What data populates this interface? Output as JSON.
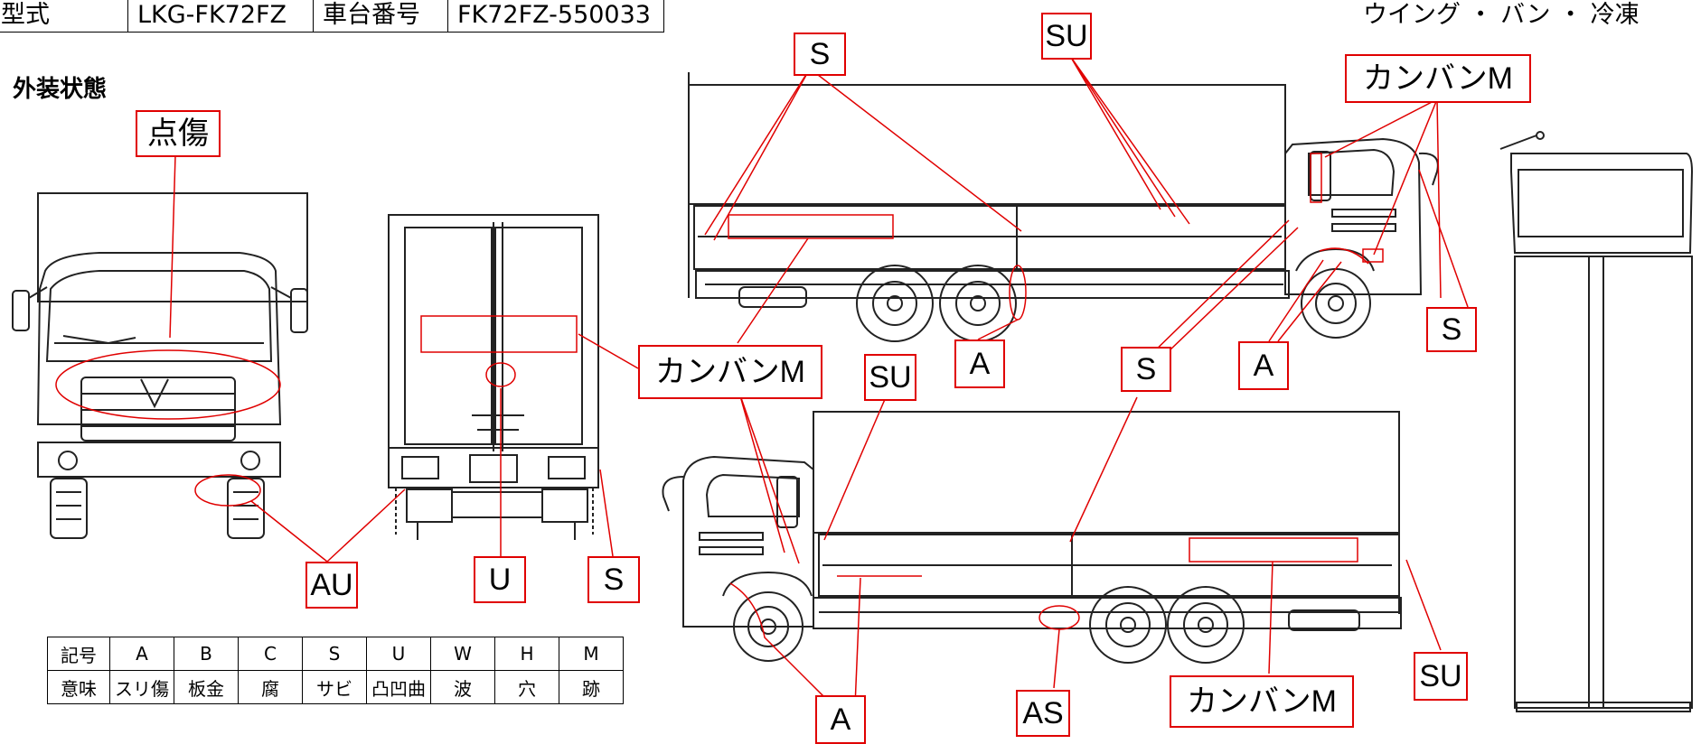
{
  "header": {
    "model_label": "型式",
    "model_value": "LKG-FK72FZ",
    "chassis_label": "車台番号",
    "chassis_value": "FK72FZ-550033",
    "body_type": "ウイング ・ バン ・ 冷凍"
  },
  "section_title": "外装状態",
  "labels": {
    "front_damage": "点傷",
    "front_au": "AU",
    "rear_u": "U",
    "rear_s": "S",
    "rear_kanban": "カンバンM",
    "top_s": "S",
    "top_su": "SU",
    "top_kanban": "カンバンM",
    "top_a1": "A",
    "top_s2": "S",
    "top_a2": "A",
    "cab_s": "S",
    "bot_su": "SU",
    "bot_a": "A",
    "bot_as": "AS",
    "bot_kanban": "カンバンM",
    "bot_su2": "SU"
  },
  "legend": {
    "header_label": "記号",
    "meaning_label": "意味",
    "symbols": [
      "A",
      "B",
      "C",
      "S",
      "U",
      "W",
      "H",
      "M"
    ],
    "meanings": [
      "スリ傷",
      "板金",
      "腐",
      "サビ",
      "凸凹曲",
      "波",
      "穴",
      "跡"
    ]
  },
  "colors": {
    "annotation": "#e00000",
    "line": "#222222"
  }
}
